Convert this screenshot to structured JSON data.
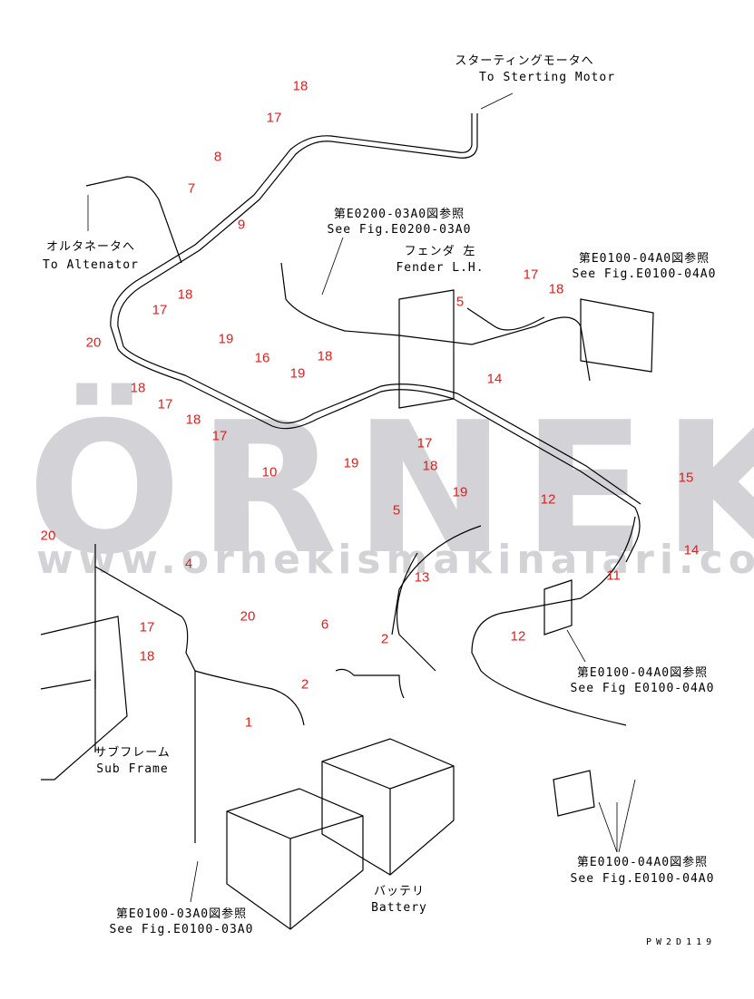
{
  "watermark": {
    "logo": "ÖRNEK",
    "url": "www.ornekismakinalari.com.tr"
  },
  "labels": {
    "starter_jp": "スターティングモータへ",
    "starter_en": "To Sterting Motor",
    "alt_jp": "オルタネータへ",
    "alt_en": "To Altenator",
    "ref1_jp": "第E0200-03A0図参照",
    "ref1_en": "See Fig.E0200-03A0",
    "fender_jp": "フェンダ 左",
    "fender_en": "Fender L.H.",
    "ref2_jp": "第E0100-04A0図参照",
    "ref2_en": "See Fig.E0100-04A0",
    "ref3_jp": "第E0100-04A0図参照",
    "ref3_en": "See Fig E0100-04A0",
    "subframe_jp": "サブフレーム",
    "subframe_en": "Sub Frame",
    "battery_jp": "バッテリ",
    "battery_en": "Battery",
    "ref4_jp": "第E0100-03A0図参照",
    "ref4_en": "See Fig.E0100-03A0",
    "ref5_jp": "第E0100-04A0図参照",
    "ref5_en": "See Fig.E0100-04A0"
  },
  "callouts": [
    "18",
    "17",
    "8",
    "7",
    "9",
    "18",
    "17",
    "20",
    "19",
    "16",
    "18",
    "17",
    "18",
    "17",
    "19",
    "18",
    "19",
    "10",
    "5",
    "17",
    "18",
    "14",
    "17",
    "18",
    "19",
    "12",
    "15",
    "5",
    "14",
    "13",
    "11",
    "12",
    "20",
    "4",
    "20",
    "17",
    "18",
    "6",
    "2",
    "2",
    "1"
  ],
  "drawing_code": "PW2D119",
  "colors": {
    "callout": "#e0201e",
    "watermark": "#d3d2d6",
    "line": "#000000"
  }
}
